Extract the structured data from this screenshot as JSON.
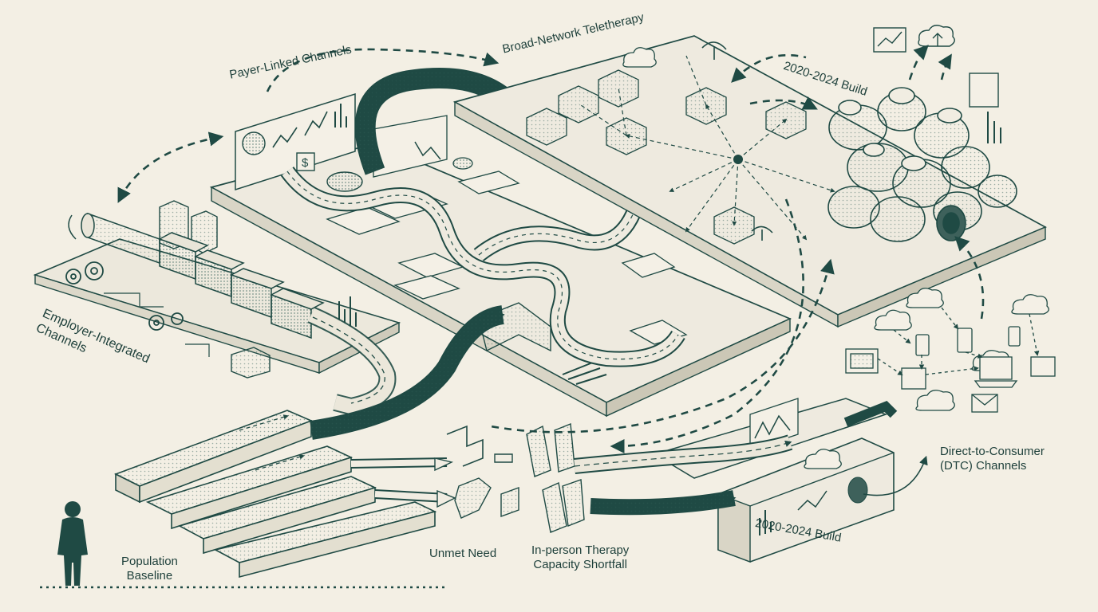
{
  "labels": {
    "payer_linked": "Payer-Linked Channels",
    "broad_network": "Broad-Network Teletherapy",
    "build_top": "2020-2024 Build",
    "employer_line1": "Employer-Integrated",
    "employer_line2": "Channels",
    "dtc_line1": "Direct-to-Consumer",
    "dtc_line2": "(DTC) Channels",
    "build_bottom": "2020-2024 Build",
    "unmet_need": "Unmet Need",
    "inperson_line1": "In-person Therapy",
    "inperson_line2": "Capacity Shortfall",
    "population_line1": "Population",
    "population_line2": "Baseline"
  },
  "colors": {
    "background": "#f3efe4",
    "ink": "#1f4a44",
    "ink_light": "#5f7d77",
    "fill_light": "#e9e5d8",
    "fill_mid": "#d9d5c6",
    "person": "#1f4a44"
  },
  "icons": [
    "person-icon",
    "cloud-icon",
    "laptop-icon",
    "envelope-icon",
    "gear-icon",
    "building-icon",
    "satellite-dish-icon",
    "chart-icon",
    "dollar-icon",
    "pie-chart-icon",
    "phone-icon"
  ]
}
